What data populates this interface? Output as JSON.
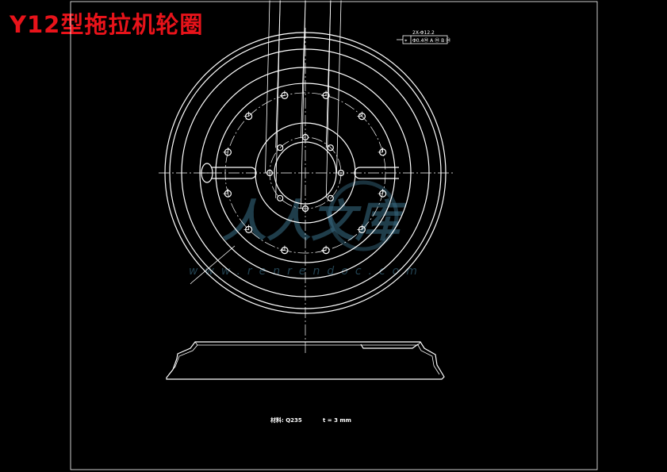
{
  "title": "Y12型拖拉机轮圈",
  "tolerance_frame": {
    "header": "2X-Φ12.2",
    "symbol": "⌖",
    "value": "Φ0.4Ⓜ A Ⓜ B Ⓜ"
  },
  "notes": {
    "material": "材料: Q235",
    "thickness": "t = 3 mm"
  },
  "watermark": {
    "brand": "人人文库",
    "url": "www.renrendoc.com"
  },
  "colors": {
    "title": "#e8131a",
    "lines": "#ffffff",
    "watermark": "#3a6f88"
  }
}
